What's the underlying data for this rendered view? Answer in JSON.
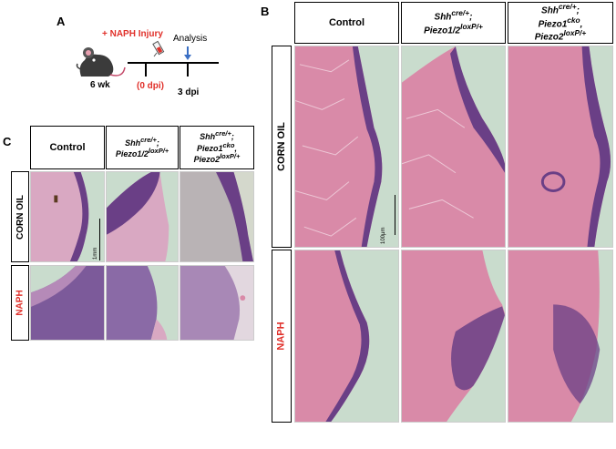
{
  "panels": {
    "A": {
      "letter": "A",
      "injury_label": "+ NAPH Injury",
      "analysis_label": "Analysis",
      "age_label": "6 wk",
      "dpi0_label": "(0 dpi)",
      "dpi3_label": "3 dpi"
    },
    "B": {
      "letter": "B",
      "columns": [
        {
          "title": "Control"
        },
        {
          "gene": "Shh",
          "gene_sup": "cre/+",
          "tail": ";",
          "line2": "Piezo1/2",
          "line2_sup": "loxP/+"
        },
        {
          "gene": "Shh",
          "gene_sup": "cre/+",
          "tail": ";",
          "line2": "Piezo1",
          "line2_sup": "cko",
          "line2_tail": ",",
          "line3": "Piezo2",
          "line3_sup": "loxP/+"
        }
      ],
      "rows": [
        "CORN OIL",
        "NAPH"
      ],
      "scale_label": "100μm"
    },
    "C": {
      "letter": "C",
      "columns": [
        {
          "title": "Control"
        },
        {
          "gene": "Shh",
          "gene_sup": "cre/+",
          "tail": ";",
          "line2": "Piezo1/2",
          "line2_sup": "loxP/+"
        },
        {
          "gene": "Shh",
          "gene_sup": "cre/+",
          "tail": ";",
          "line2": "Piezo1",
          "line2_sup": "cko",
          "line2_tail": ",",
          "line3": "Piezo2",
          "line3_sup": "loxP/+"
        }
      ],
      "rows": [
        "CORN OIL",
        "NAPH"
      ],
      "scale_label": "1mm"
    }
  },
  "colors": {
    "accent_red": "#e0302a",
    "timeline_blue": "#3a6fc4",
    "he_pink": "#d98aa8",
    "he_purple": "#6a3f86",
    "background_green": "#c9dccd"
  }
}
